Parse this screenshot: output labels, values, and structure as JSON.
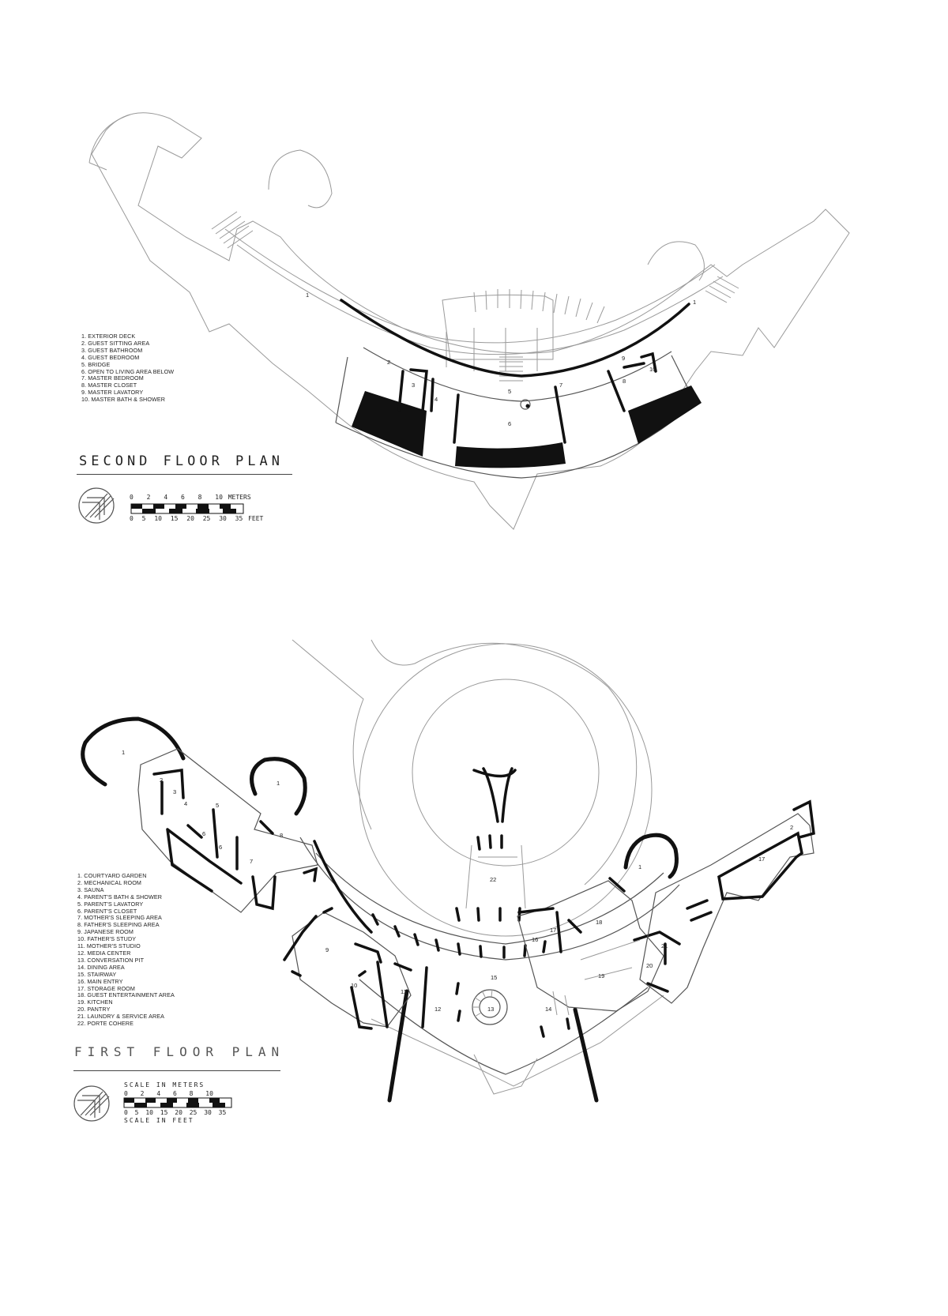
{
  "second_floor": {
    "title": "SECOND FLOOR PLAN",
    "legend": [
      "1. EXTERIOR DECK",
      "2. GUEST SITTING AREA",
      "3. GUEST BATHROOM",
      "4. GUEST BEDROOM",
      "5. BRIDGE",
      "6. OPEN TO LIVING AREA BELOW",
      "7. MASTER BEDROOM",
      "8. MASTER CLOSET",
      "9. MASTER LAVATORY",
      "10. MASTER BATH & SHOWER"
    ],
    "scale_meters": [
      "0",
      "2",
      "4",
      "6",
      "8",
      "10 METERS"
    ],
    "scale_feet": [
      "0",
      "5",
      "10",
      "15",
      "20",
      "25",
      "30",
      "35 FEET"
    ]
  },
  "first_floor": {
    "title": "FIRST FLOOR PLAN",
    "legend": [
      "1. COURTYARD GARDEN",
      "2. MECHANICAL ROOM",
      "3. SAUNA",
      "4. PARENT'S BATH & SHOWER",
      "5. PARENT'S LAVATORY",
      "6. PARENT'S CLOSET",
      "7. MOTHER'S SLEEPING AREA",
      "8. FATHER'S SLEEPING AREA",
      "9. JAPANESE ROOM",
      "10. FATHER'S STUDY",
      "11. MOTHER'S STUDIO",
      "12. MEDIA CENTER",
      "13. CONVERSATION PIT",
      "14. DINING AREA",
      "15. STAIRWAY",
      "16. MAIN ENTRY",
      "17. STORAGE ROOM",
      "18. GUEST ENTERTAINMENT AREA",
      "19. KITCHEN",
      "20. PANTRY",
      "21. LAUNDRY & SERVICE AREA",
      "22. PORTE COHERE"
    ],
    "scale_title_meters": "SCALE IN METERS",
    "scale_title_feet": "SCALE IN FEET",
    "scale_meters": [
      "0",
      "2",
      "4",
      "6",
      "8",
      "10"
    ],
    "scale_feet": [
      "0",
      "5",
      "10",
      "15",
      "20",
      "25",
      "30",
      "35"
    ]
  },
  "room_labels": {
    "second": [
      "1",
      "1",
      "2",
      "3",
      "4",
      "5",
      "6",
      "7",
      "8",
      "9",
      "10"
    ],
    "first": [
      "1",
      "1",
      "1",
      "2",
      "3",
      "4",
      "5",
      "6",
      "6",
      "7",
      "8",
      "9",
      "10",
      "11",
      "12",
      "13",
      "14",
      "15",
      "16",
      "17",
      "17",
      "18",
      "19",
      "20",
      "21",
      "22",
      "2"
    ]
  }
}
